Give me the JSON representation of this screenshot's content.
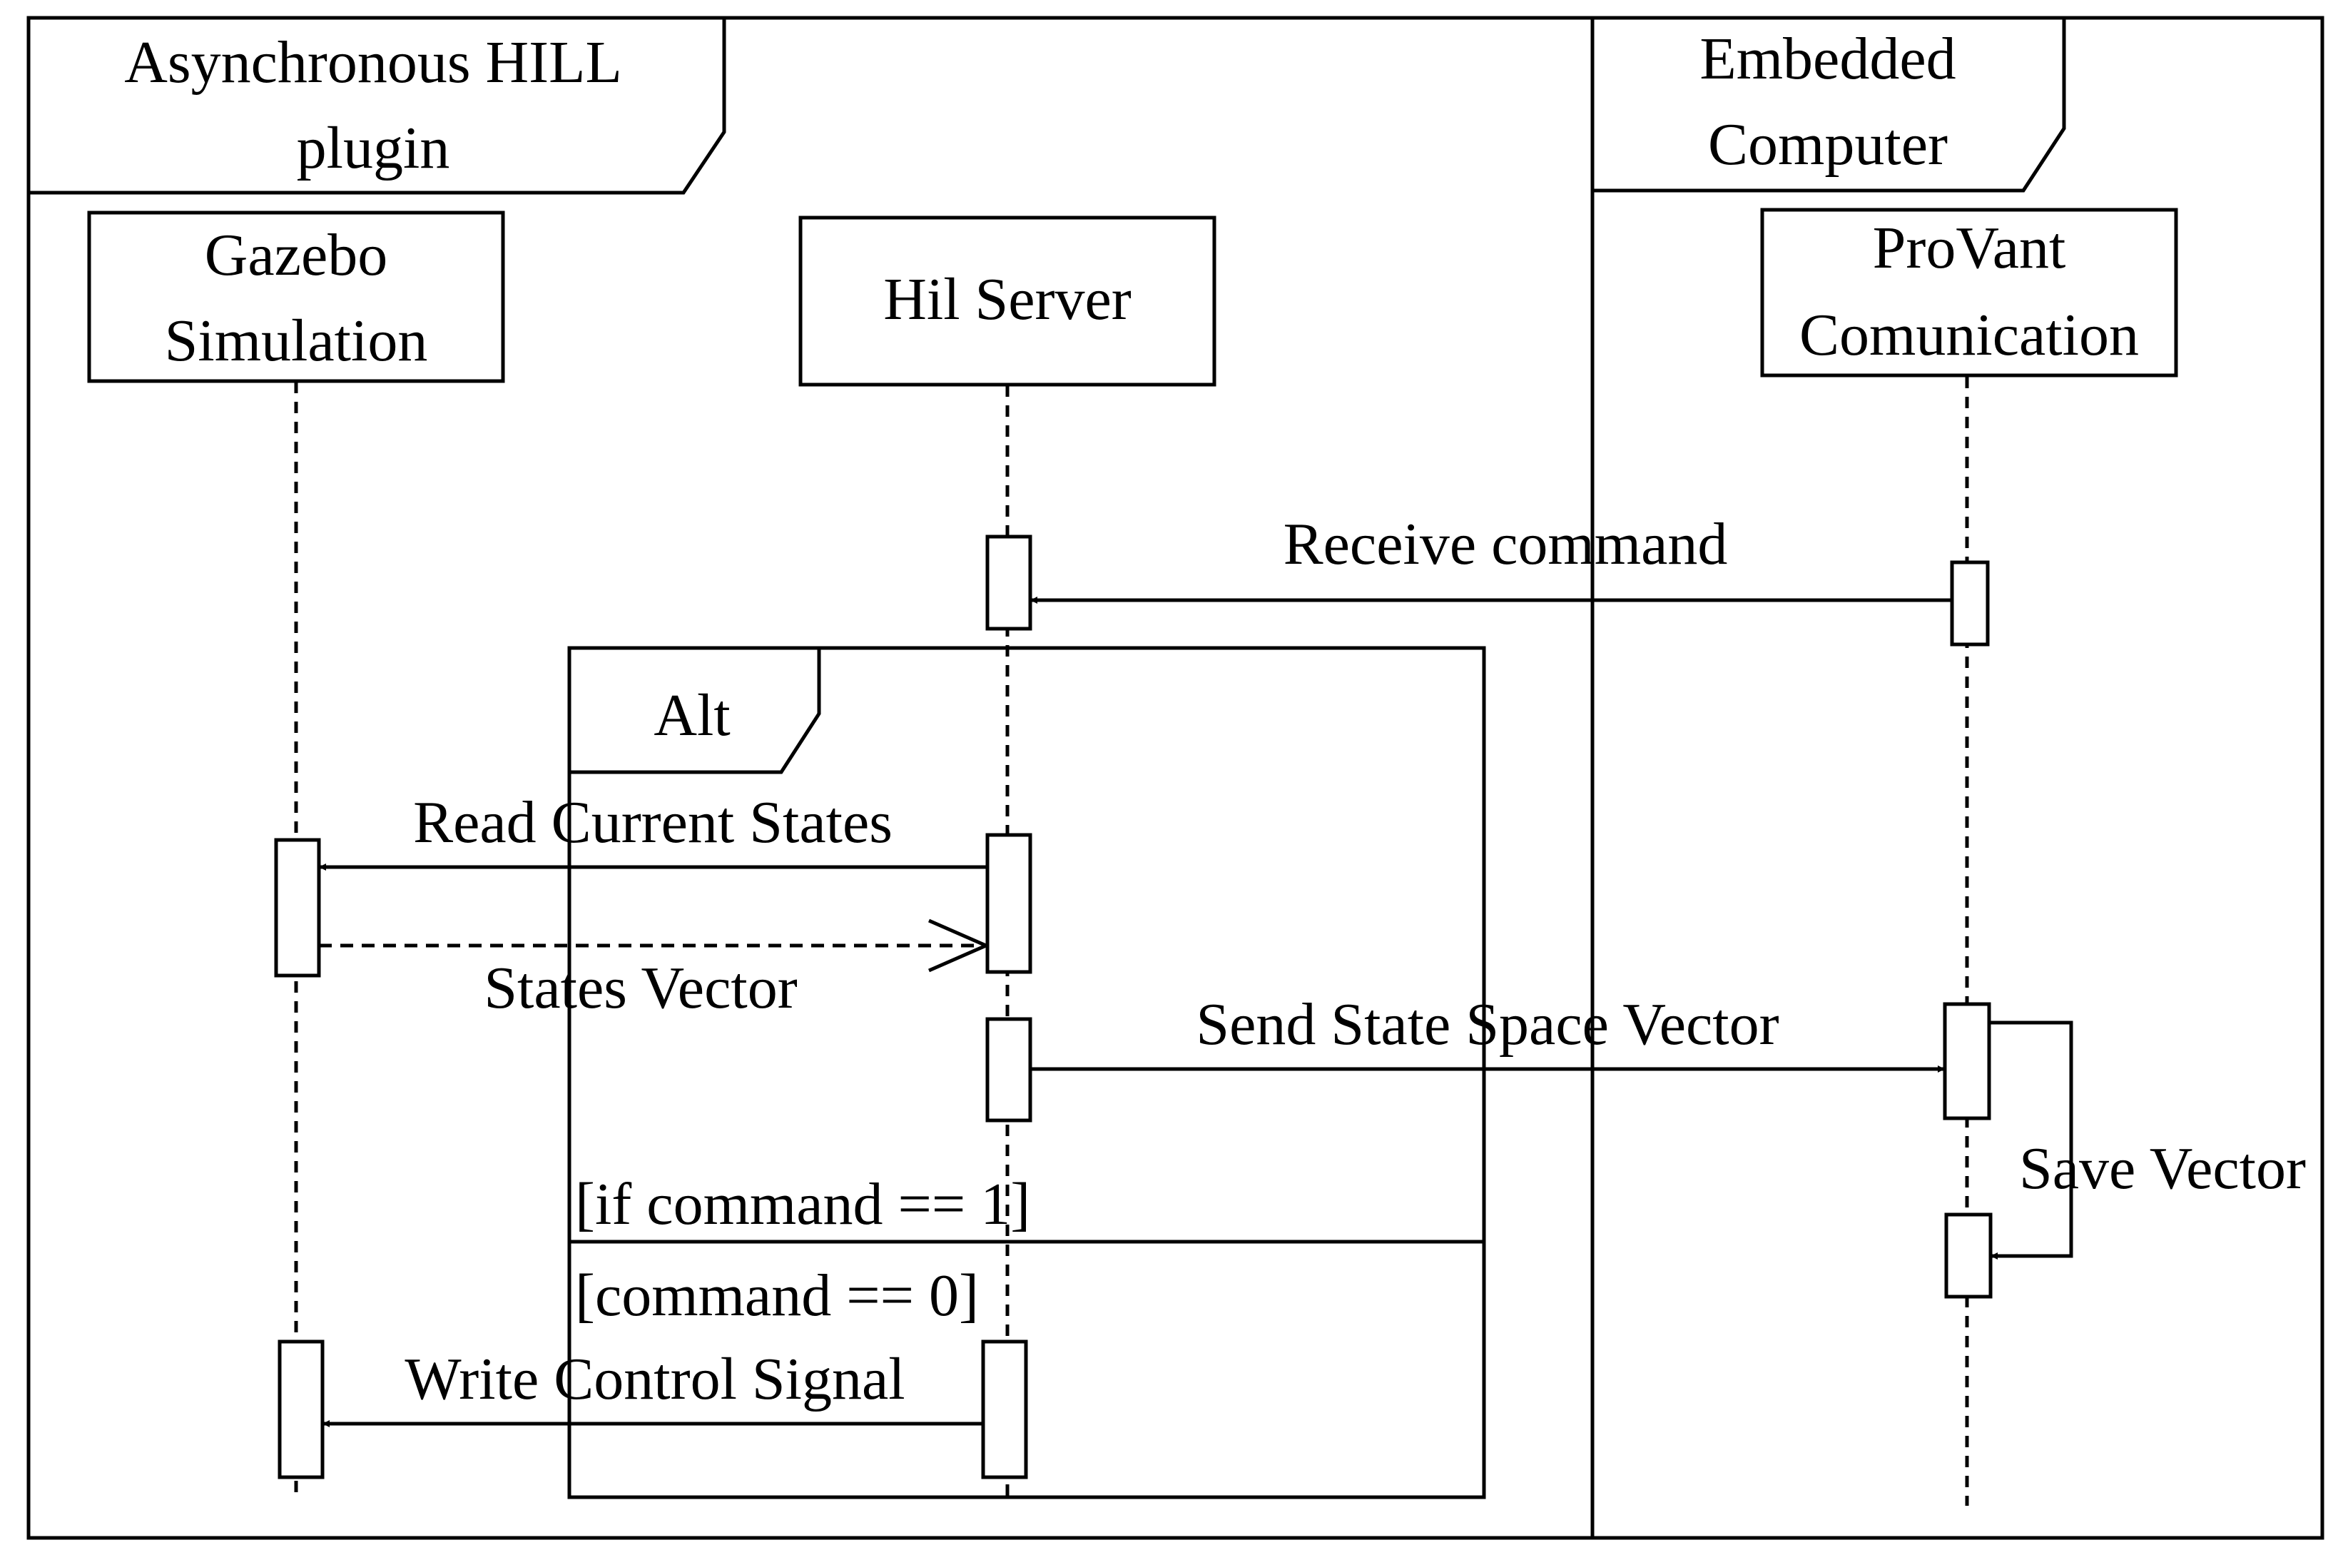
{
  "frames": {
    "plugin": [
      "Asynchronous HILL",
      "plugin"
    ],
    "embedded": [
      "Embedded",
      "Computer"
    ]
  },
  "lifelines": {
    "gazebo": [
      "Gazebo",
      "Simulation"
    ],
    "hil": [
      "Hil Server"
    ],
    "provant": [
      "ProVant",
      "Comunication"
    ]
  },
  "fragment": {
    "operator": "Alt",
    "guard1": "[if command == 1]",
    "guard2": "[command == 0]"
  },
  "messages": {
    "receive_command": "Receive command",
    "read_current_states": "Read Current States",
    "states_vector": "States Vector",
    "send_state_space_vector": "Send State Space Vector",
    "save_vector": "Save Vector",
    "write_control_signal": "Write Control Signal"
  }
}
